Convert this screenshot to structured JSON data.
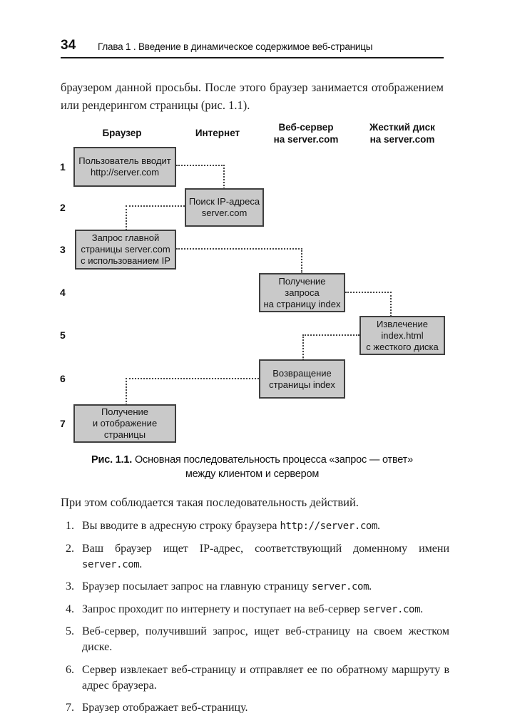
{
  "page": {
    "number": "34",
    "running_head": "Глава 1 . Введение в динамическое содержимое веб-страницы"
  },
  "intro_paragraph": "браузером данной просьбы. После этого браузер занимается отображением или рендерингом страницы (рис. 1.1).",
  "diagram": {
    "columns": [
      {
        "label": "Браузер"
      },
      {
        "label": "Интернет"
      },
      {
        "label": "Веб-сервер\nна server.com"
      },
      {
        "label": "Жесткий диск\nна server.com"
      }
    ],
    "steps": [
      {
        "num": "1",
        "text": "Пользователь вводит\nhttp://server.com"
      },
      {
        "num": "2",
        "text": "Поиск IP-адреса\nserver.com"
      },
      {
        "num": "3",
        "text": "Запрос главной\nстраницы server.com\nс использованием IP"
      },
      {
        "num": "4",
        "text": "Получение запроса\nна страницу index"
      },
      {
        "num": "5",
        "text": "Извлечение\nindex.html\nс жесткого диска"
      },
      {
        "num": "6",
        "text": "Возвращение\nстраницы index"
      },
      {
        "num": "7",
        "text": "Получение\nи отображение\nстраницы"
      }
    ],
    "colors": {
      "box_fill": "#c9c9c9",
      "box_border": "#3f3f3f",
      "connector": "#444444"
    }
  },
  "caption": {
    "label": "Рис. 1.1.",
    "line1": "Основная последовательность процесса «запрос — ответ»",
    "line2": "между клиентом и сервером"
  },
  "sequence_intro": "При этом соблюдается такая последовательность действий.",
  "steps_list": [
    {
      "num": "1.",
      "pre": "Вы вводите в адресную строку браузера ",
      "mono": "http://server.com",
      "post": "."
    },
    {
      "num": "2.",
      "pre": "Ваш браузер ищет IP-адрес, соответствующий доменному имени ",
      "mono": "server.com",
      "post": "."
    },
    {
      "num": "3.",
      "pre": "Браузер посылает запрос на главную страницу ",
      "mono": "server.com",
      "post": "."
    },
    {
      "num": "4.",
      "pre": "Запрос проходит по интернету и поступает на веб-сервер ",
      "mono": "server.com",
      "post": "."
    },
    {
      "num": "5.",
      "pre": "Веб-сервер, получивший запрос, ищет веб-страницу на своем жестком диске.",
      "mono": "",
      "post": ""
    },
    {
      "num": "6.",
      "pre": "Сервер извлекает веб-страницу и отправляет ее по обратному маршруту в адрес браузера.",
      "mono": "",
      "post": ""
    },
    {
      "num": "7.",
      "pre": "Браузер отображает веб-страницу.",
      "mono": "",
      "post": ""
    }
  ]
}
